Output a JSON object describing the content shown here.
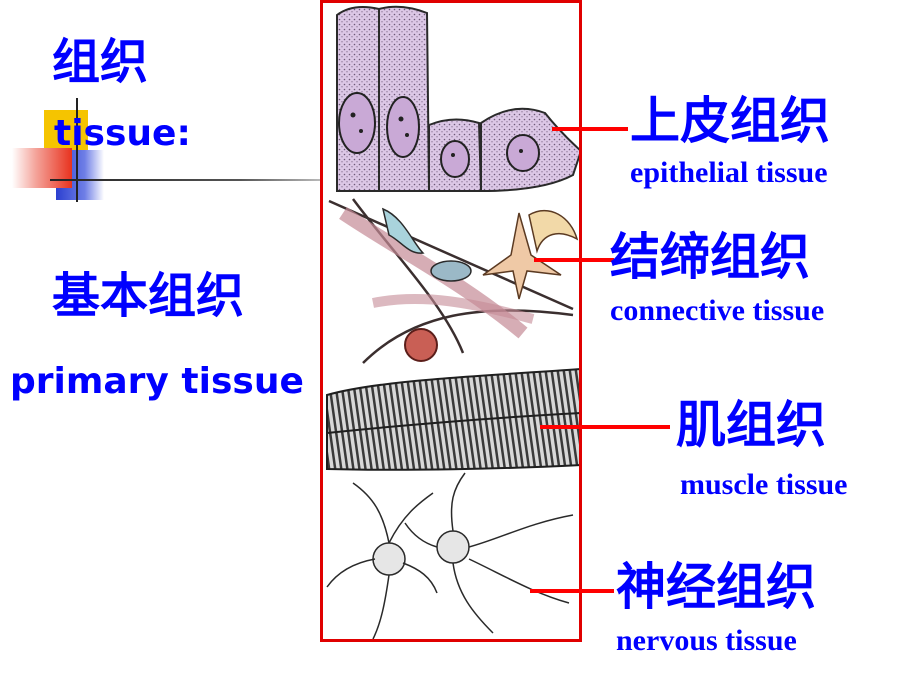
{
  "left": {
    "tissue_cn": "组织",
    "tissue_en": "tissue:",
    "primary_cn": "基本组织",
    "primary_en": "primary tissue"
  },
  "labels": [
    {
      "cn": "上皮组织",
      "en": "epithelial tissue"
    },
    {
      "cn": "结缔组织",
      "en": "connective tissue"
    },
    {
      "cn": "肌组织",
      "en": "muscle tissue"
    },
    {
      "cn": "神经组织",
      "en": "nervous tissue"
    }
  ],
  "colors": {
    "text": "#0000ff",
    "pointer": "#ff0000",
    "frame": "#e00000",
    "deco_yellow": "#f5c400",
    "deco_blue": "#2b3fd0",
    "deco_red": "#e8321e"
  }
}
